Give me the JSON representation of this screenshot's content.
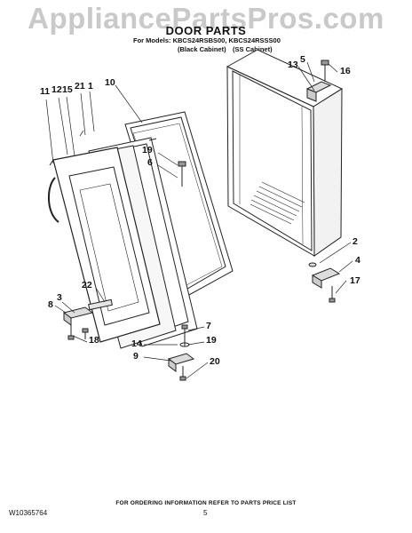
{
  "watermark": "AppliancePartsPros.com",
  "header": {
    "title": "DOOR PARTS",
    "models": "For Models: KBCS24RSBS00, KBCS24RSSS00",
    "black_cabinet": "(Black Cabinet)",
    "ss_cabinet": "(SS Cabinet)"
  },
  "callouts": {
    "c1": "1",
    "c2": "2",
    "c3": "3",
    "c4": "4",
    "c5": "5",
    "c6": "6",
    "c7": "7",
    "c8": "8",
    "c9": "9",
    "c10": "10",
    "c11": "11",
    "c12": "12",
    "c13": "13",
    "c14": "14",
    "c15": "15",
    "c16": "16",
    "c17": "17",
    "c18": "18",
    "c19a": "19",
    "c19b": "19",
    "c20": "20",
    "c21": "21",
    "c22": "22"
  },
  "footer": {
    "note": "FOR ORDERING INFORMATION REFER TO PARTS PRICE LIST",
    "doc_number": "W10365764",
    "page_number": "5"
  }
}
